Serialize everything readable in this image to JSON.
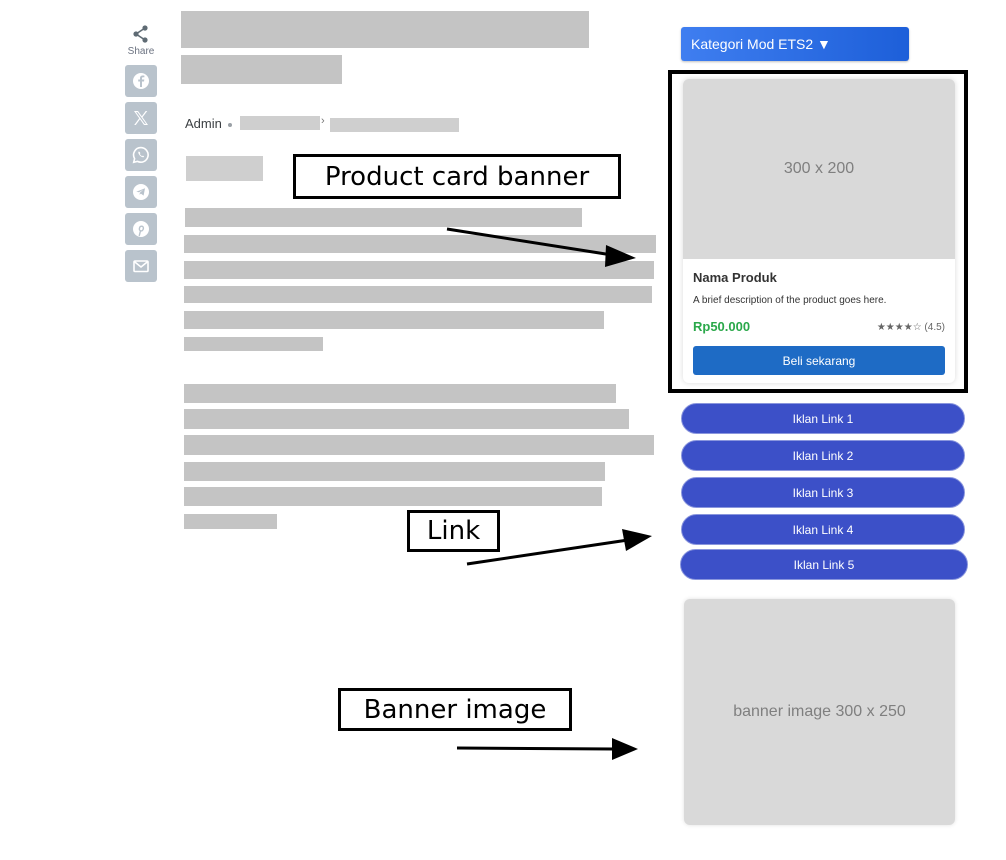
{
  "share": {
    "label": "Share"
  },
  "social": [
    {
      "icon": "facebook-icon"
    },
    {
      "icon": "x-twitter-icon"
    },
    {
      "icon": "whatsapp-icon"
    },
    {
      "icon": "telegram-icon"
    },
    {
      "icon": "pinterest-icon"
    },
    {
      "icon": "email-icon"
    }
  ],
  "post": {
    "author": "Admin"
  },
  "callouts": {
    "product_card": "Product card banner",
    "link": "Link",
    "banner": "Banner image"
  },
  "sidebar": {
    "dropdown_label": "Kategori Mod ETS2 ▼",
    "product_card": {
      "image_placeholder": "300 x 200",
      "name": "Nama Produk",
      "description": "A brief description of the product goes here.",
      "price": "Rp50.000",
      "rating": "★★★★☆ (4.5)",
      "buy_label": "Beli sekarang"
    },
    "links": [
      "Iklan Link 1",
      "Iklan Link 2",
      "Iklan Link 3",
      "Iklan Link 4",
      "Iklan Link 5"
    ],
    "banner_text": "banner image 300 x 250"
  },
  "colors": {
    "accent": "#1e6bc5",
    "link_button": "#3c50c8",
    "price": "#2aa84a",
    "placeholder": "#c4c4c4"
  }
}
